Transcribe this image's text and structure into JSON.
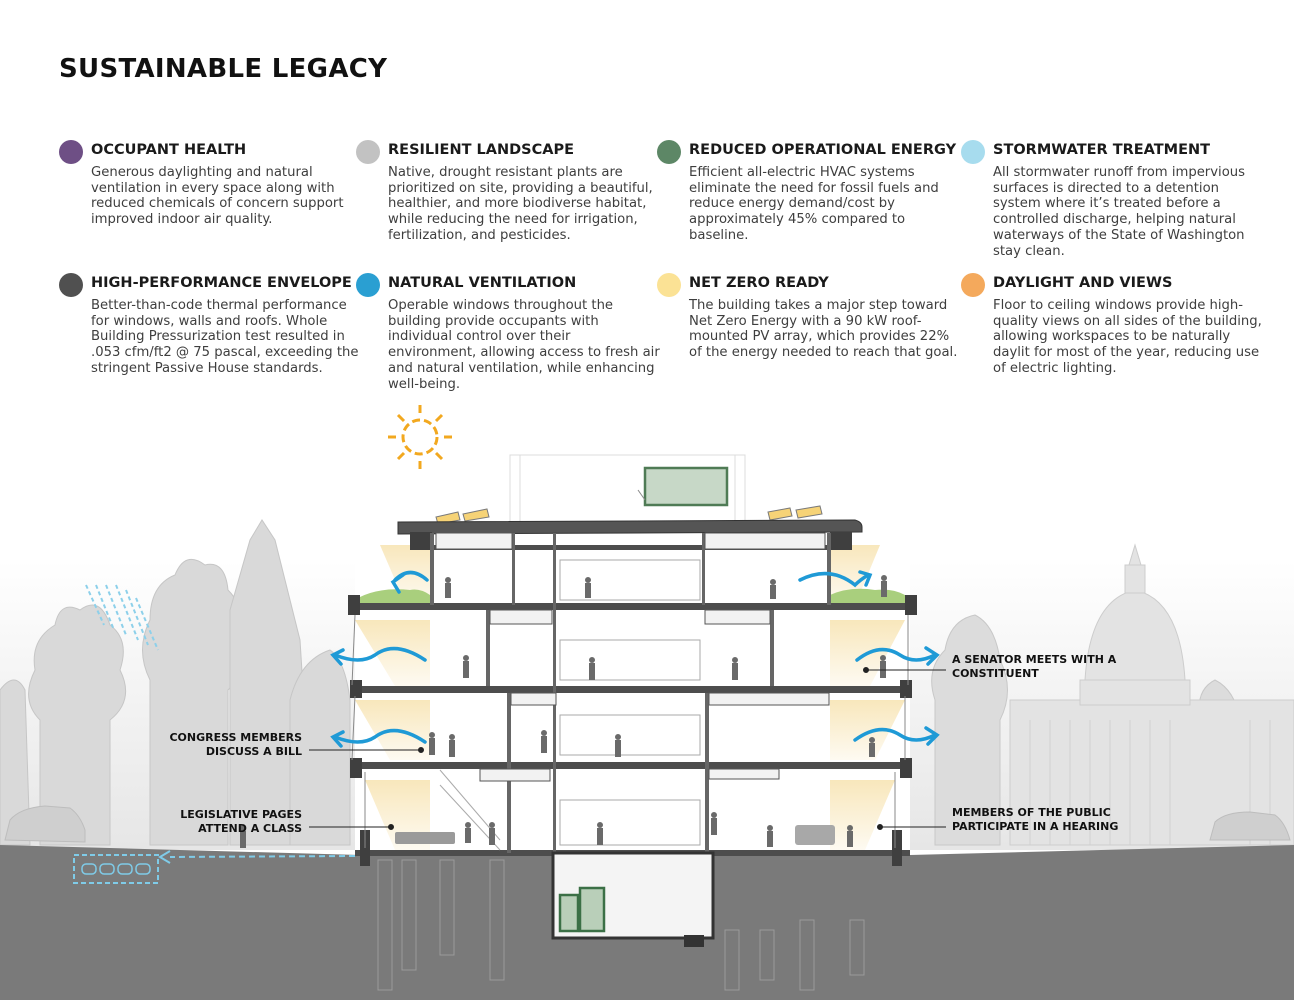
{
  "page_title": "SUSTAINABLE LEGACY",
  "colors": {
    "occupant_health": "#6e4f85",
    "resilient_landscape": "#c2c2c2",
    "reduced_operational_energy": "#5d8766",
    "stormwater_treatment": "#a7dcee",
    "high_performance_envelope": "#505050",
    "natural_ventilation": "#2a9fd2",
    "net_zero_ready": "#fbe295",
    "daylight_and_views": "#f4a95c"
  },
  "items": [
    {
      "title": "OCCUPANT HEALTH",
      "desc": "Generous daylighting and natural ventilation in every space along with reduced chemicals of concern support improved indoor air quality.",
      "color": "#6e4f85"
    },
    {
      "title": "RESILIENT LANDSCAPE",
      "desc": "Native, drought resistant plants are prioritized on site, providing a beautiful, healthier, and more biodiverse habitat, while reducing the need for irrigation, fertilization, and pesticides.",
      "color": "#c2c2c2"
    },
    {
      "title": "REDUCED OPERATIONAL ENERGY",
      "desc": "Efficient all-electric HVAC systems eliminate the need for fossil fuels and reduce energy demand/cost by approximately 45% compared to baseline.",
      "color": "#5d8766"
    },
    {
      "title": "STORMWATER TREATMENT",
      "desc": "All stormwater runoff from impervious surfaces is directed to a detention system where it’s treated before a controlled discharge, helping natural waterways of the State of Washington stay clean.",
      "color": "#a7dcee"
    },
    {
      "title": "HIGH-PERFORMANCE ENVELOPE",
      "desc": "Better-than-code thermal performance for windows, walls and roofs. Whole Building Pressurization test resulted in .053 cfm/ft2 @ 75 pascal, exceeding the stringent Passive House standards.",
      "color": "#505050"
    },
    {
      "title": "NATURAL VENTILATION",
      "desc": "Operable windows throughout the building provide occupants with individual control over their environment, allowing access to fresh air and natural ventilation, while enhancing well-being.",
      "color": "#2a9fd2"
    },
    {
      "title": "NET ZERO READY",
      "desc": "The building takes a major step toward Net Zero Energy with a 90 kW roof-mounted PV array, which provides 22% of the energy needed to reach that goal.",
      "color": "#fbe295"
    },
    {
      "title": "DAYLIGHT AND VIEWS",
      "desc": "Floor to ceiling windows provide high-quality views on all sides of the building, allowing workspaces to be naturally daylit for most of the year, reducing use of electric lighting.",
      "color": "#f4a95c"
    }
  ],
  "callouts": {
    "congress": "CONGRESS MEMBERS DISCUSS A BILL",
    "pages": "LEGISLATIVE PAGES ATTEND A CLASS",
    "senator": "A SENATOR MEETS WITH A CONSTITUENT",
    "public": "MEMBERS OF THE PUBLIC PARTICIPATE IN A HEARING"
  }
}
